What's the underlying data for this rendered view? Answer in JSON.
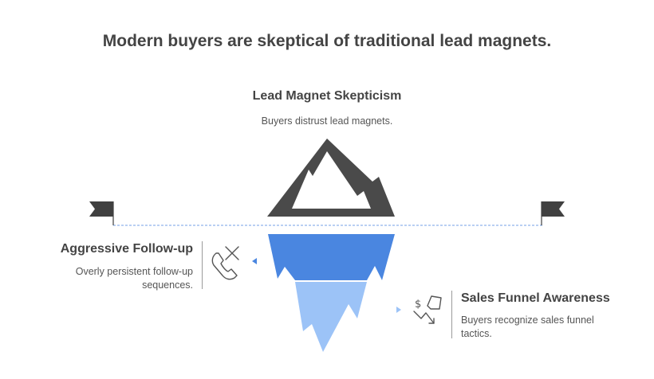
{
  "title": "Modern buyers are skeptical of traditional lead magnets.",
  "peak": {
    "title": "Lead Magnet Skepticism",
    "description": "Buyers distrust lead magnets."
  },
  "left_item": {
    "title": "Aggressive Follow-up",
    "description": "Overly persistent follow-up sequences.",
    "icon": "phone-cancel-icon"
  },
  "right_item": {
    "title": "Sales Funnel Awareness",
    "description": "Buyers recognize sales funnel tactics.",
    "icon": "money-down-trend-icon"
  },
  "colors": {
    "mountain": "#4a4a4a",
    "ice_upper": "#4a86e0",
    "ice_lower": "#9cc3f7",
    "waterline": "#8fb4ec",
    "flag": "#404040",
    "text": "#444444"
  }
}
